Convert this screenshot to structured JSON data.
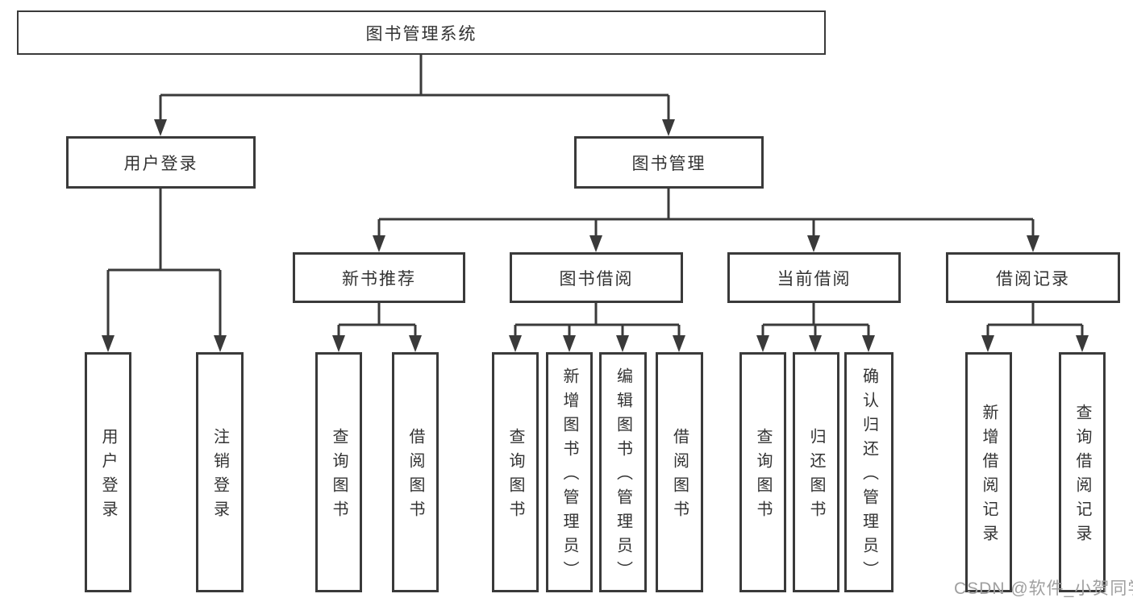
{
  "diagram": {
    "root": {
      "label": "图书管理系统"
    },
    "level2": [
      {
        "label": "用户登录"
      },
      {
        "label": "图书管理"
      }
    ],
    "level3": [
      {
        "label": "新书推荐"
      },
      {
        "label": "图书借阅"
      },
      {
        "label": "当前借阅"
      },
      {
        "label": "借阅记录"
      }
    ],
    "leaves": [
      [
        "用户登录",
        "注销登录"
      ],
      [
        "查询图书",
        "借阅图书"
      ],
      [
        "查询图书",
        "新增图书（管理员）",
        "编辑图书（管理员）",
        "借阅图书"
      ],
      [
        "查询图书",
        "归还图书",
        "确认归还（管理员）"
      ],
      [
        "新增借阅记录",
        "查询借阅记录"
      ]
    ]
  },
  "colors": {
    "line": "#3a3a3a",
    "text": "#333333",
    "background": "#ffffff",
    "watermark": "#9f9f9f"
  },
  "watermark": {
    "text": "CSDN @软件_小贺同学"
  }
}
